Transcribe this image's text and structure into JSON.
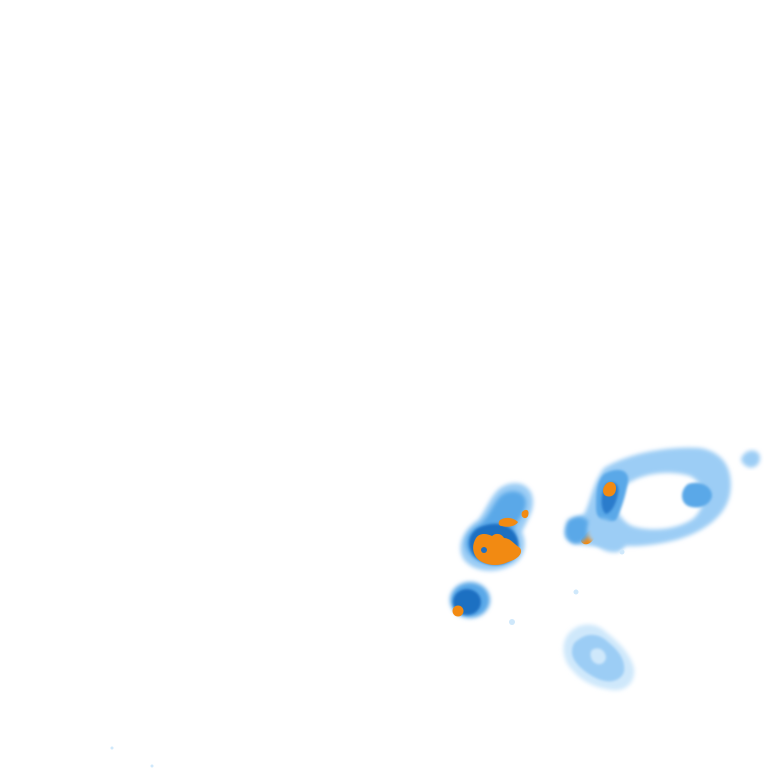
{
  "map": {
    "type": "precipitation-radar-overlay",
    "background": "#ffffff",
    "legend_visible": false,
    "labels_visible": false
  },
  "palette": {
    "very_light": "#cfe8fb",
    "light": "#9ccdf5",
    "medium": "#5aa8e8",
    "strong": "#2b7ccc",
    "heavy": "#1763b8",
    "extreme": "#f28a12"
  },
  "cells": [
    {
      "id": "cell-central",
      "peak_level": "extreme"
    },
    {
      "id": "cell-south",
      "peak_level": "extreme"
    },
    {
      "id": "cell-east-ring",
      "peak_level": "extreme"
    },
    {
      "id": "cell-southeast",
      "peak_level": "light"
    }
  ]
}
